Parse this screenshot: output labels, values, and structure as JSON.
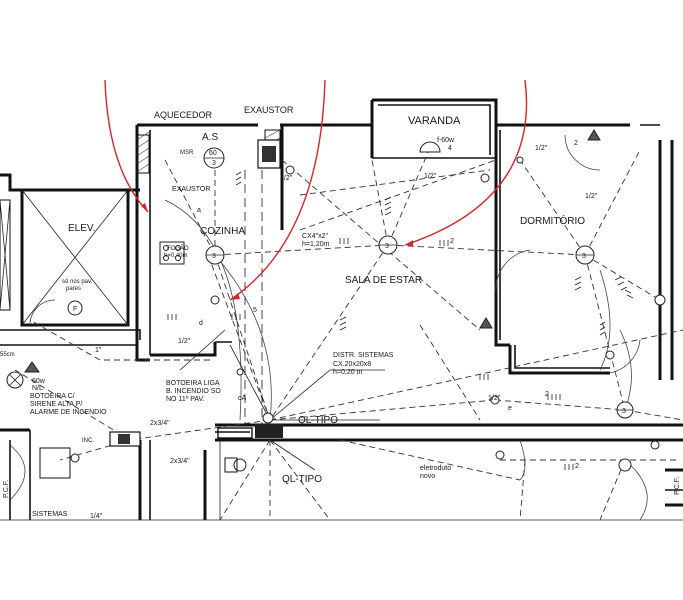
{
  "rooms": {
    "aquecedor": "AQUECEDOR",
    "exaustor_top": "EXAUSTOR",
    "varanda": "VARANDA",
    "as": "A.S",
    "exaustor_inner": "EXAUSTOR",
    "cozinha": "COZINHA",
    "elev": "ELEV.",
    "dormitorio": "DORMITÓRIO",
    "sala": "SALA DE ESTAR"
  },
  "annotations": {
    "msr": "MSR",
    "fogao": "FOGÃO",
    "fogao_h": "h=0,40m",
    "elev_note1": "sô nos pav.",
    "elev_note2": "pares",
    "cx": "CX4\"x2\"",
    "cx_h": "h=1,20m",
    "varanda_fix": "f-60w",
    "distr": "DISTR. SISTEMAS",
    "distr_cx": "CX.20x20x8",
    "distr_h": "h=0,20 m",
    "ql_tipo_1": "QL-TIPO",
    "ql_tipo_2": "QL-TIPO",
    "botoeira1": "BOTOEIRA LIGA",
    "botoeira2": "B. INCENDIO SÓ",
    "botoeira3": "NO 11º PAV.",
    "sirene1": "BOTOEIRA C/",
    "sirene2": "SIRENE ALTA P/",
    "sirene3": "ALARME DE INCENDIO",
    "luz_60w": "60w",
    "luz_nl": "N/L",
    "eletroduto1": "eletroduto",
    "eletroduto2": "novo",
    "conduit_1": "2x3/4\"",
    "conduit_2": "2x3/4\"",
    "conduit_3": "1\"",
    "conduit_4": "1/2\"",
    "conduit_5": "1/2\"",
    "conduit_6": "1/2\"",
    "conduit_7": "1/2\"",
    "conduit_8": "1/2\"",
    "conduit_9": "1/2\"",
    "conduit_10": "1/4\"",
    "dim_55": "55cm",
    "sistemas": "SISTEMAS",
    "pcf": "P.C.F.",
    "inc": "INC.",
    "ca": "cA",
    "tomada_60": "60",
    "tomada_3": "3",
    "circuit_2": "2",
    "circuit_4": "4",
    "circuit_5": "5",
    "letter_a": "a",
    "letter_d": "d",
    "letter_e": "e",
    "letter_f": "F"
  },
  "colors": {
    "walls": "#111111",
    "red_leader": "#d8262b",
    "background": "#ffffff"
  }
}
